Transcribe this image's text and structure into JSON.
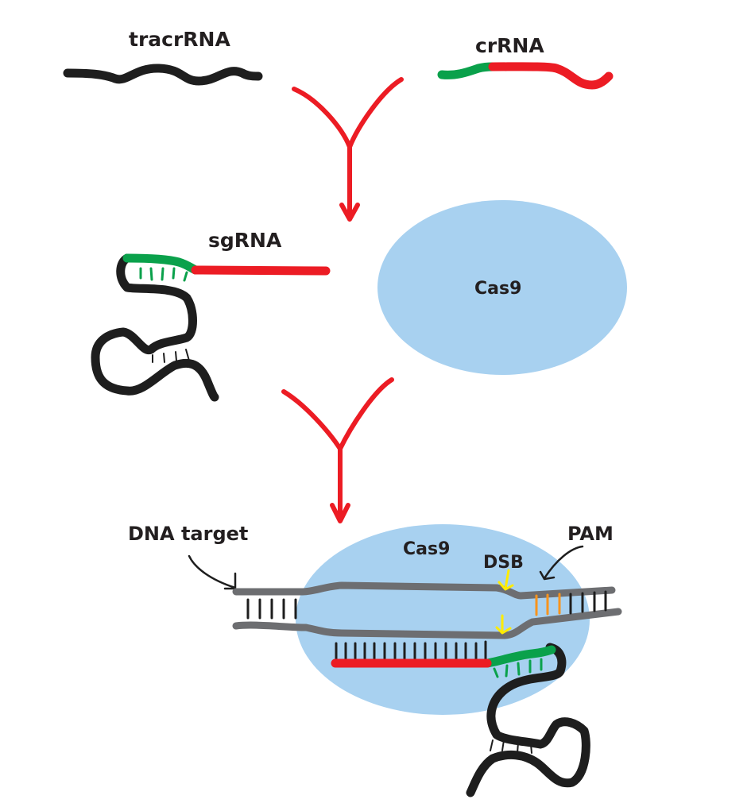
{
  "labels": {
    "tracrrna": "tracrRNA",
    "crrna": "crRNA",
    "sgrna": "sgRNA",
    "cas9_free": "Cas9",
    "cas9_complex": "Cas9",
    "dna_target": "DNA target",
    "pam": "PAM",
    "dsb": "DSB"
  },
  "colors": {
    "rna_black": "#1e1e1e",
    "crrna_red": "#ec1c24",
    "repeat_green": "#0aa14b",
    "cas9_blue": "#a8d1f0",
    "dna_gray": "#6d6e71",
    "arrow_red": "#ec1c24",
    "dsb_yellow": "#ffec00",
    "pam_orange": "#f7941d"
  }
}
